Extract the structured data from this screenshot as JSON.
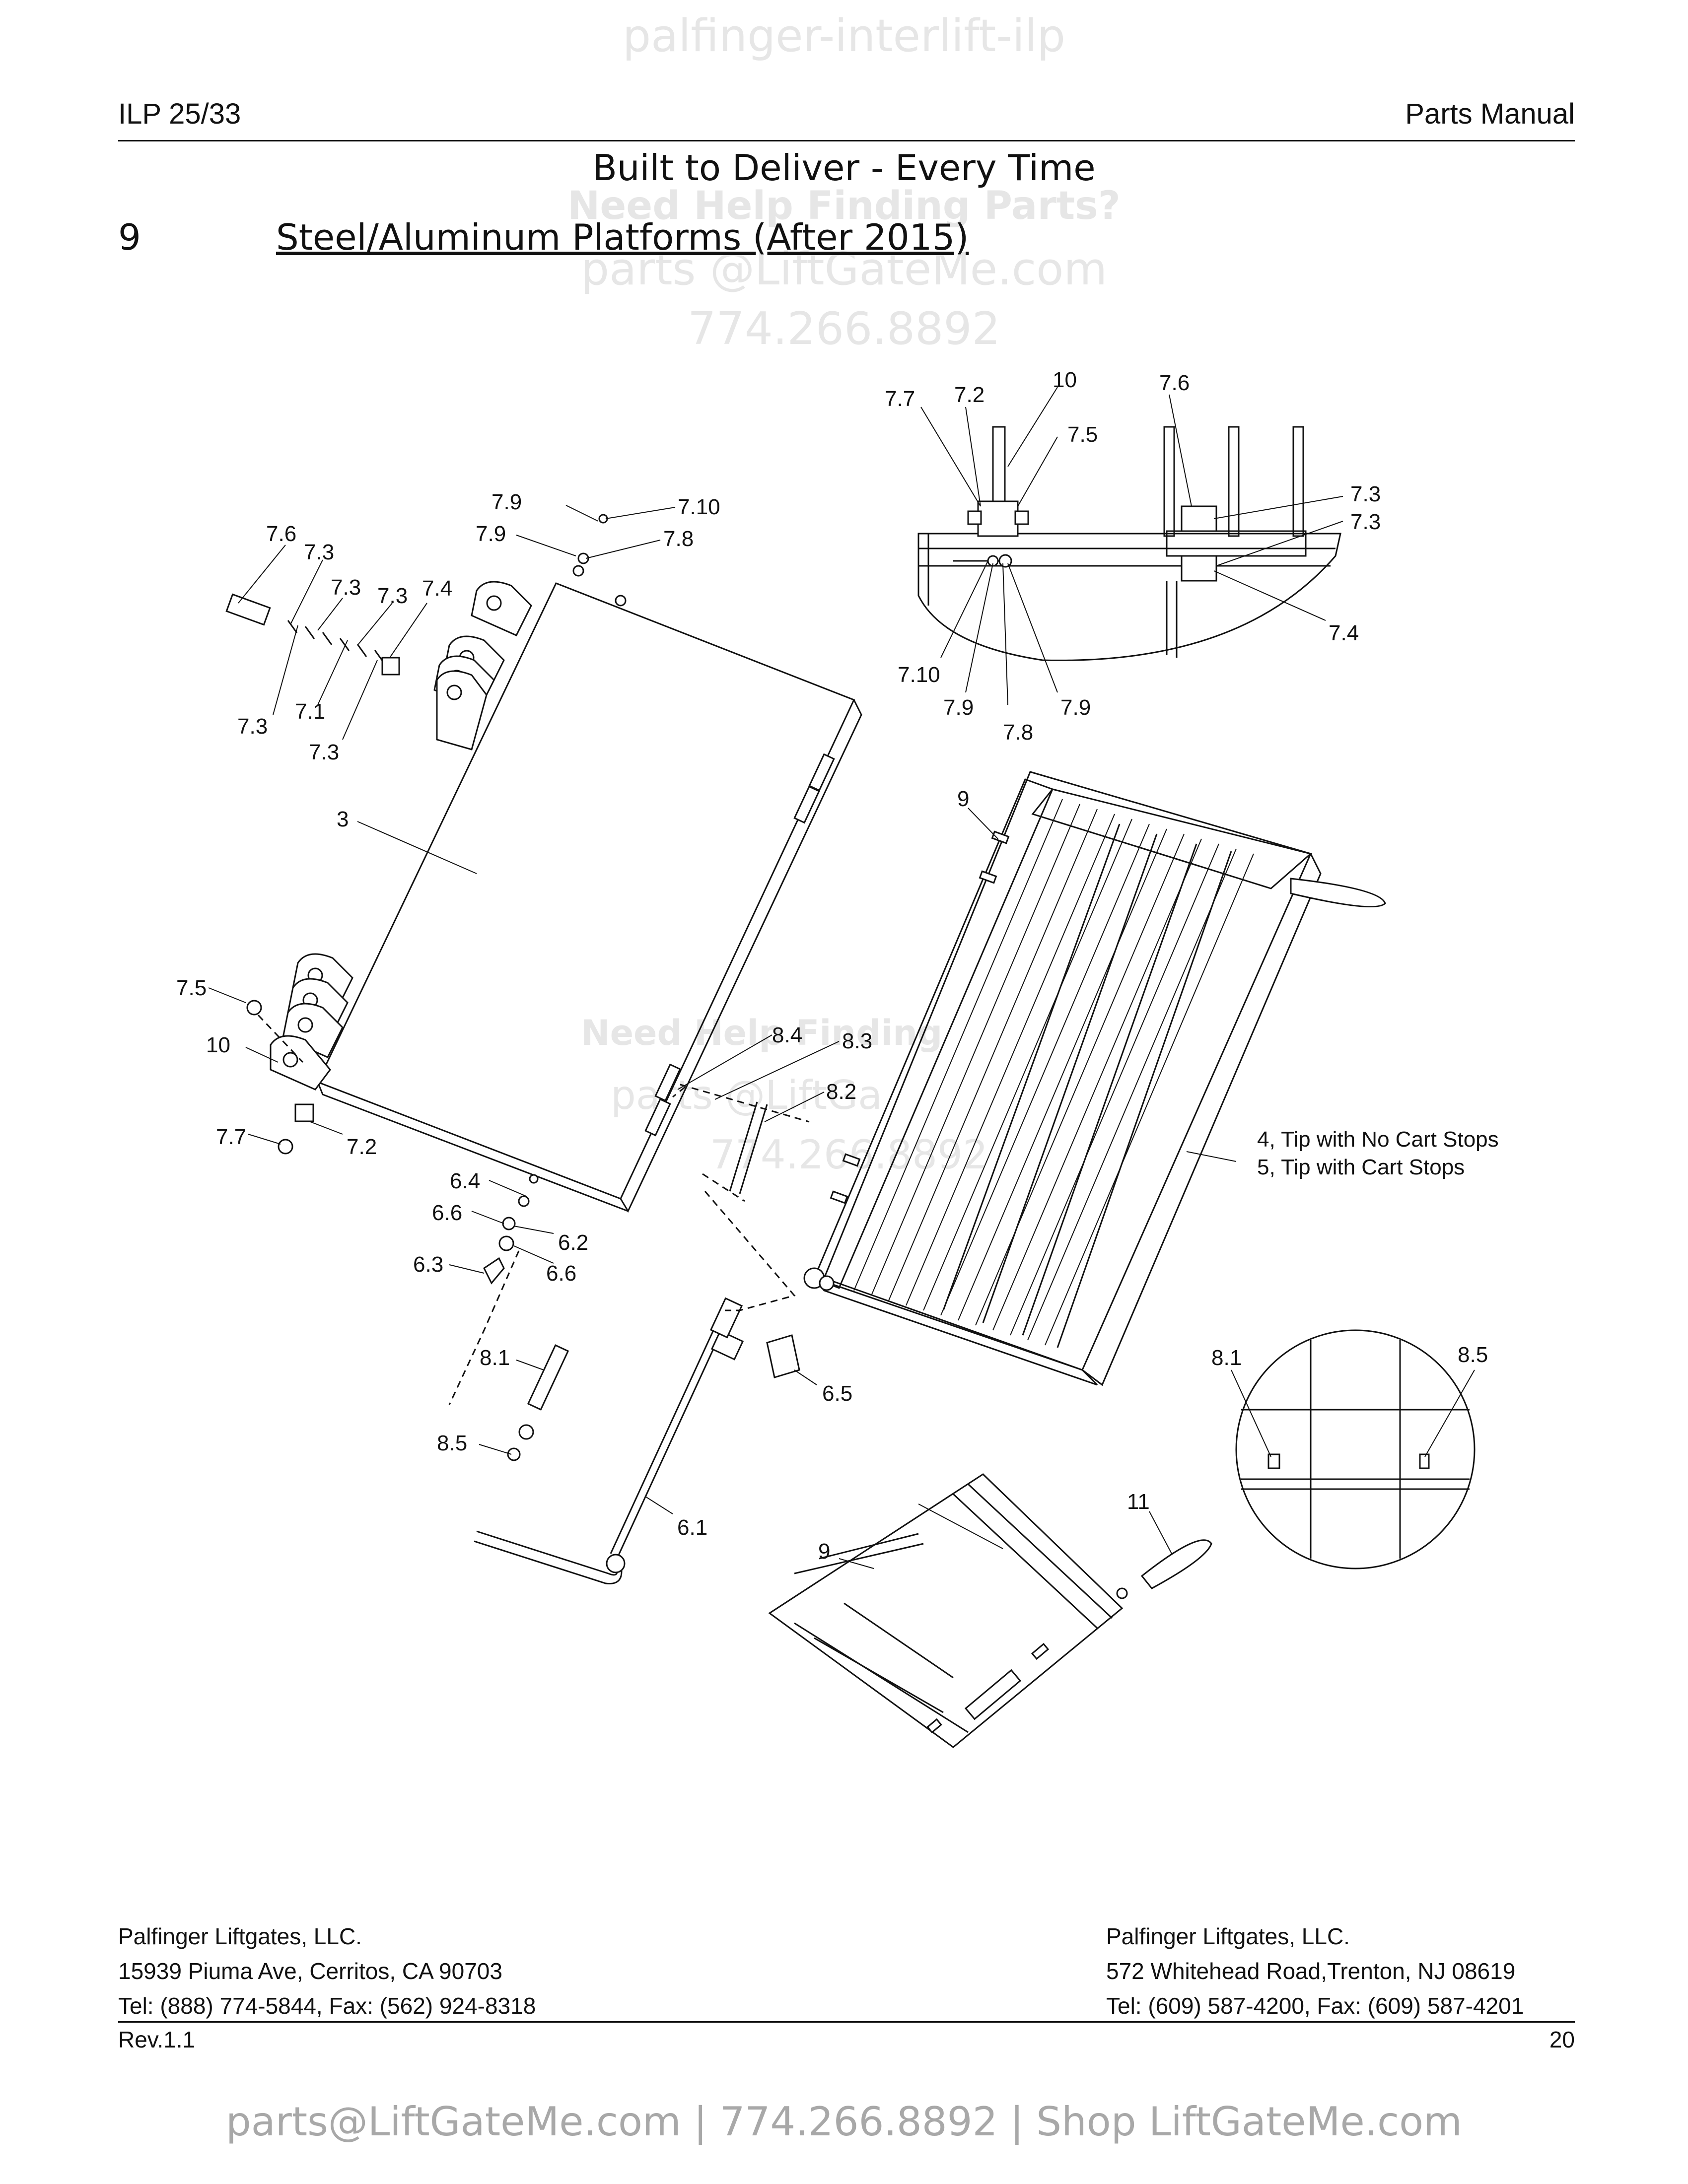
{
  "watermarks": {
    "top": "palfinger-interlift-ilp",
    "help": "Need Help Finding Parts?",
    "email": "parts @LiftGateMe.com",
    "phone": "774.266.8892",
    "center_help": "Need Help Finding",
    "center_email": "parts @LiftGa",
    "center_phone": "774.26"
  },
  "header": {
    "left": "ILP 25/33",
    "right": "Parts Manual"
  },
  "tagline": "Built to Deliver - Every Time",
  "section": {
    "number": "9",
    "title": "Steel/Aluminum Platforms (After 2015)"
  },
  "callouts": {
    "c_7_6_a": "7.6",
    "c_7_3_a": "7.3",
    "c_7_3_b": "7.3",
    "c_7_3_c": "7.3",
    "c_7_4_a": "7.4",
    "c_7_3_d": "7.3",
    "c_7_1": "7.1",
    "c_7_3_e": "7.3",
    "c_7_9_a": "7.9",
    "c_7_10_a": "7.10",
    "c_7_9_b": "7.9",
    "c_7_8_a": "7.8",
    "c_3": "3",
    "c_7_5_a": "7.5",
    "c_10_a": "10",
    "c_7_7_a": "7.7",
    "c_7_2_a": "7.2",
    "c_6_4": "6.4",
    "c_6_6_a": "6.6",
    "c_6_2": "6.2",
    "c_6_3": "6.3",
    "c_6_6_b": "6.6",
    "c_8_1_a": "8.1",
    "c_8_5_a": "8.5",
    "c_6_1": "6.1",
    "c_6_5": "6.5",
    "c_8_4": "8.4",
    "c_8_3": "8.3",
    "c_8_2": "8.2",
    "c_9_a": "9",
    "c_4": "4, Tip with No Cart Stops",
    "c_5": "5, Tip with Cart Stops",
    "c_7_7_b": "7.7",
    "c_7_2_b": "7.2",
    "c_10_b": "10",
    "c_7_5_b": "7.5",
    "c_7_6_b": "7.6",
    "c_7_3_f": "7.3",
    "c_7_3_g": "7.3",
    "c_7_4_b": "7.4",
    "c_7_10_b": "7.10",
    "c_7_9_c": "7.9",
    "c_7_8_b": "7.8",
    "c_7_9_d": "7.9",
    "c_8_1_b": "8.1",
    "c_8_5_b": "8.5",
    "c_11": "11",
    "c_9_b": "9"
  },
  "footer": {
    "left": [
      "Palfinger Liftgates, LLC.",
      "15939 Piuma Ave, Cerritos, CA 90703",
      "Tel: (888) 774-5844, Fax: (562) 924-8318"
    ],
    "right": [
      "Palfinger Liftgates, LLC.",
      "572 Whitehead Road,Trenton, NJ 08619",
      "Tel: (609) 587-4200, Fax: (609) 587-4201"
    ],
    "rev": "Rev.1.1",
    "page": "20"
  },
  "bottom_banner": "parts@LiftGateMe.com | 774.266.8892 | Shop LiftGateMe.com"
}
